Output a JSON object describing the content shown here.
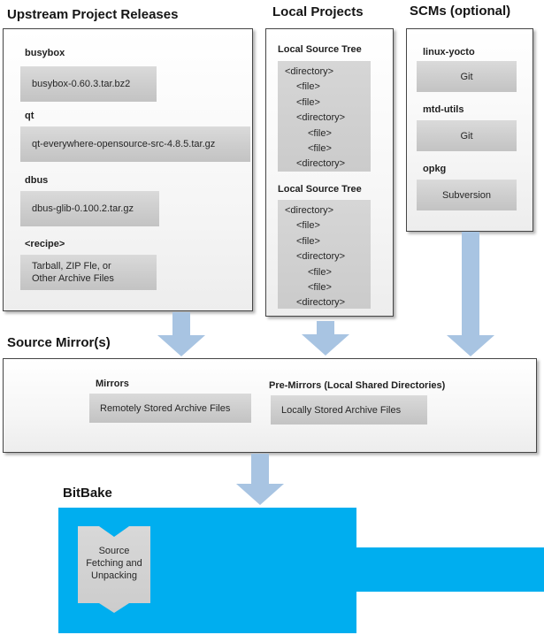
{
  "colors": {
    "arrow_blue": "#a8c4e2",
    "bitbake_blue": "#00aeef",
    "box_gray": "#cdcdcd",
    "panel_border": "#454545"
  },
  "upstream": {
    "title": "Upstream Project Releases",
    "items": [
      {
        "label": "busybox",
        "file": "busybox-0.60.3.tar.bz2"
      },
      {
        "label": "qt",
        "file": "qt-everywhere-opensource-src-4.8.5.tar.gz"
      },
      {
        "label": "dbus",
        "file": "dbus-glib-0.100.2.tar.gz"
      },
      {
        "label": "<recipe>",
        "file": "Tarball, ZIP Fle, or\nOther Archive Files"
      }
    ]
  },
  "local": {
    "title": "Local Projects",
    "trees": [
      {
        "label": "Local Source Tree",
        "lines": [
          "<directory>",
          "<file>",
          "<file>",
          "<directory>",
          "<file>",
          "<file>",
          "<directory>"
        ]
      },
      {
        "label": "Local Source Tree",
        "lines": [
          "<directory>",
          "<file>",
          "<file>",
          "<directory>",
          "<file>",
          "<file>",
          "<directory>"
        ]
      }
    ]
  },
  "scms": {
    "title": "SCMs (optional)",
    "items": [
      {
        "label": "linux-yocto",
        "tool": "Git"
      },
      {
        "label": "mtd-utils",
        "tool": "Git"
      },
      {
        "label": "opkg",
        "tool": "Subversion"
      }
    ]
  },
  "mirrors": {
    "title": "Source Mirror(s)",
    "mirrors_label": "Mirrors",
    "mirrors_value": "Remotely Stored Archive Files",
    "premirrors_label": "Pre-Mirrors (Local Shared Directories)",
    "premirrors_value": "Locally Stored Archive Files"
  },
  "bitbake": {
    "title": "BitBake",
    "process": "Source\nFetching and\nUnpacking"
  }
}
